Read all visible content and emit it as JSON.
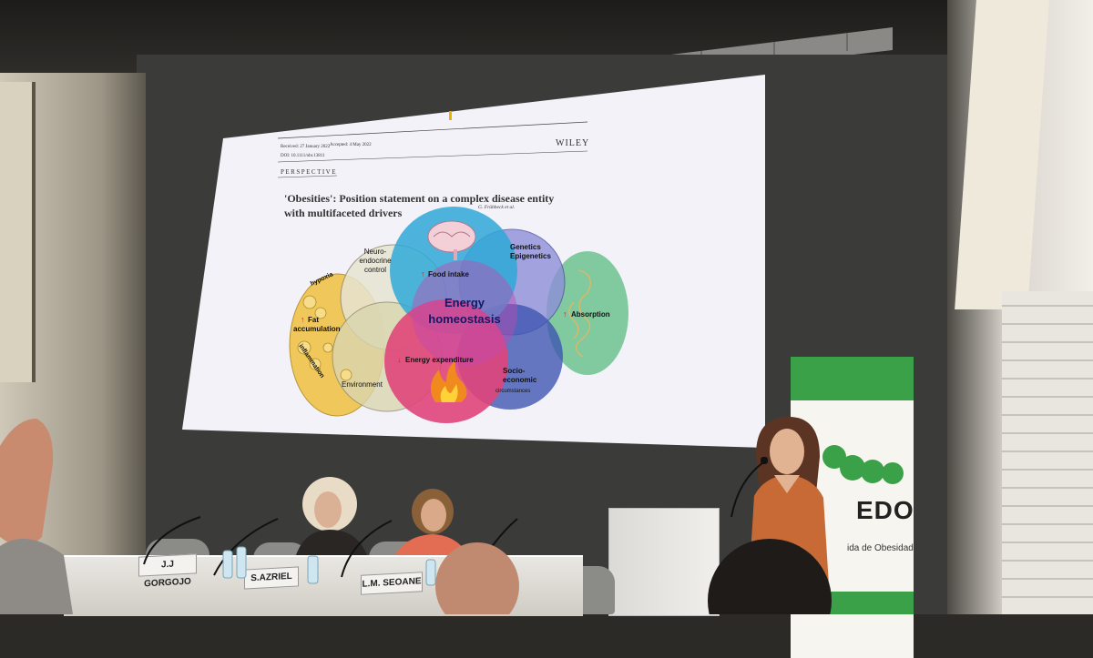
{
  "slide": {
    "received": "Received: 27 January 2022",
    "accepted": "Accepted: 4 May 2022",
    "doi": "DOI: 10.1111/obr.13811",
    "publisher": "WILEY",
    "section": "PERSPECTIVE",
    "title_line1": "'Obesities': Position statement on a complex disease entity",
    "title_line2": "with multifaceted drivers",
    "authors": "G. Frühbeck et al.",
    "diagram": {
      "center_line1": "Energy",
      "center_line2": "homeostasis",
      "neuroendocrine_1": "Neuro-",
      "neuroendocrine_2": "endocrine",
      "neuroendocrine_3": "control",
      "food_intake": "Food intake",
      "genetics_1": "Genetics",
      "genetics_2": "Epigenetics",
      "hypoxia": "hypoxia",
      "fat_1": "Fat",
      "fat_2": "accumulation",
      "inflammation": "inflammation",
      "absorption": "Absorption",
      "energy_expenditure": "Energy expenditure",
      "environment": "Environment",
      "socio_1": "Socio-",
      "socio_2": "economic",
      "socio_3": "circumstances"
    }
  },
  "nameplates": [
    "J.J GORGOJO",
    "S.AZRIEL",
    "L.M. SEOANE"
  ],
  "banner": {
    "title": "EDO",
    "subtitle": "ida de Obesidad"
  },
  "colors": {
    "brand_green": "#3aa148",
    "venn_blue": "#2fa8d8",
    "venn_pink": "#e0457a",
    "venn_green": "#6cc28e",
    "venn_yellow": "#f0c34a",
    "venn_navy": "#3e56b0"
  }
}
